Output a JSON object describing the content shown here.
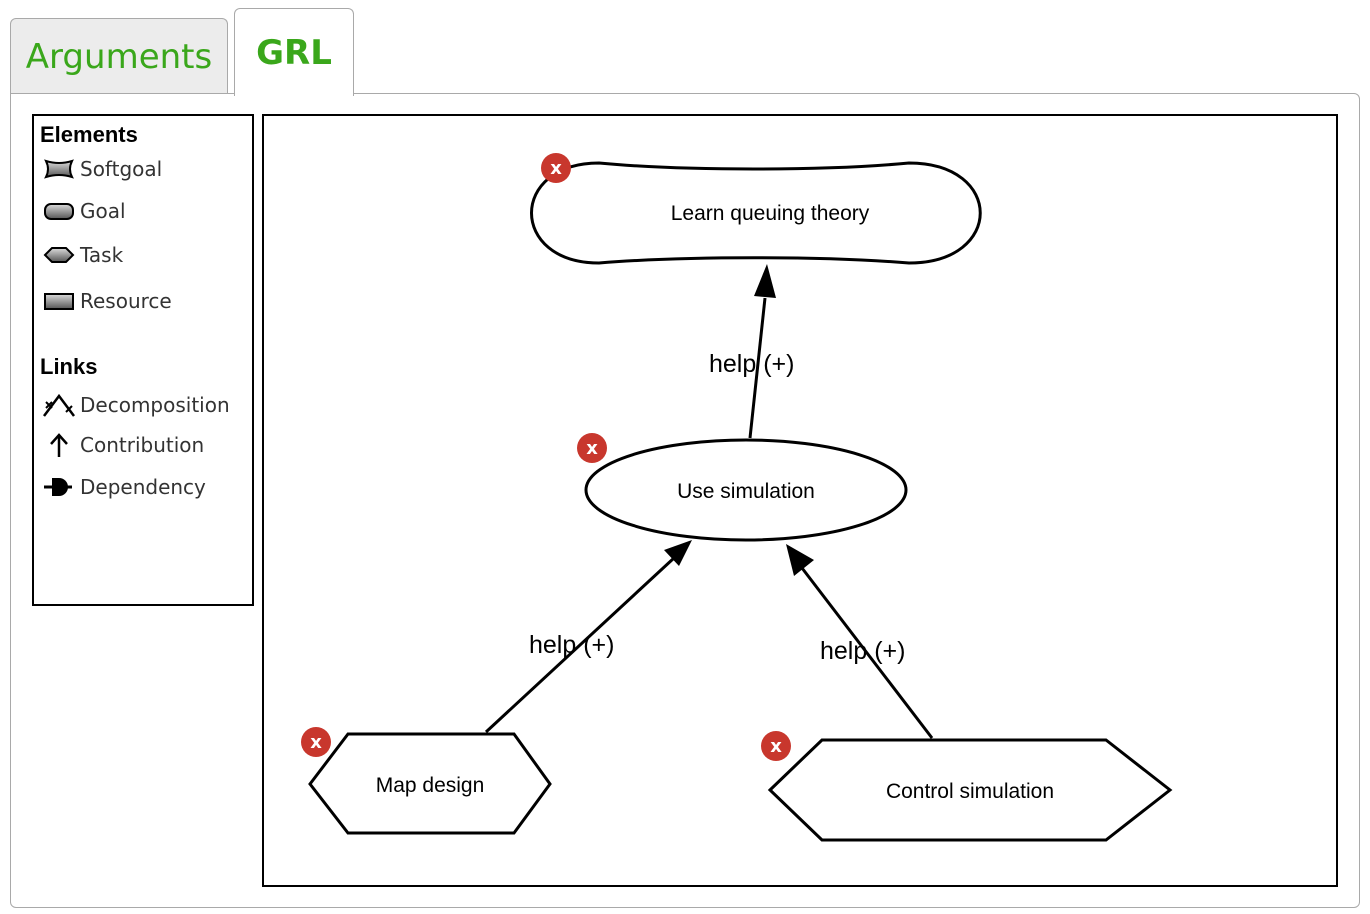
{
  "tabs": [
    {
      "label": "Arguments",
      "active": false
    },
    {
      "label": "GRL",
      "active": true
    }
  ],
  "palette": {
    "elements_heading": "Elements",
    "elements": [
      {
        "label": "Softgoal",
        "icon": "softgoal-icon"
      },
      {
        "label": "Goal",
        "icon": "goal-icon"
      },
      {
        "label": "Task",
        "icon": "task-icon"
      },
      {
        "label": "Resource",
        "icon": "resource-icon"
      }
    ],
    "links_heading": "Links",
    "links": [
      {
        "label": "Decomposition",
        "icon": "decomposition-icon"
      },
      {
        "label": "Contribution",
        "icon": "contribution-icon"
      },
      {
        "label": "Dependency",
        "icon": "dependency-icon"
      }
    ]
  },
  "diagram": {
    "nodes": [
      {
        "label": "Learn queuing theory",
        "type": "softgoal"
      },
      {
        "label": "Use simulation",
        "type": "goal"
      },
      {
        "label": "Map design",
        "type": "task"
      },
      {
        "label": "Control simulation",
        "type": "task"
      }
    ],
    "links": [
      {
        "label": "help (+)",
        "from": "Use simulation",
        "to": "Learn queuing theory"
      },
      {
        "label": "help (+)",
        "from": "Map design",
        "to": "Use simulation"
      },
      {
        "label": "help (+)",
        "from": "Control simulation",
        "to": "Use simulation"
      }
    ],
    "delete_label": "x"
  },
  "colors": {
    "tab_text": "#3aa71b",
    "delete_badge": "#c8372d",
    "border": "#a9a9a9"
  }
}
